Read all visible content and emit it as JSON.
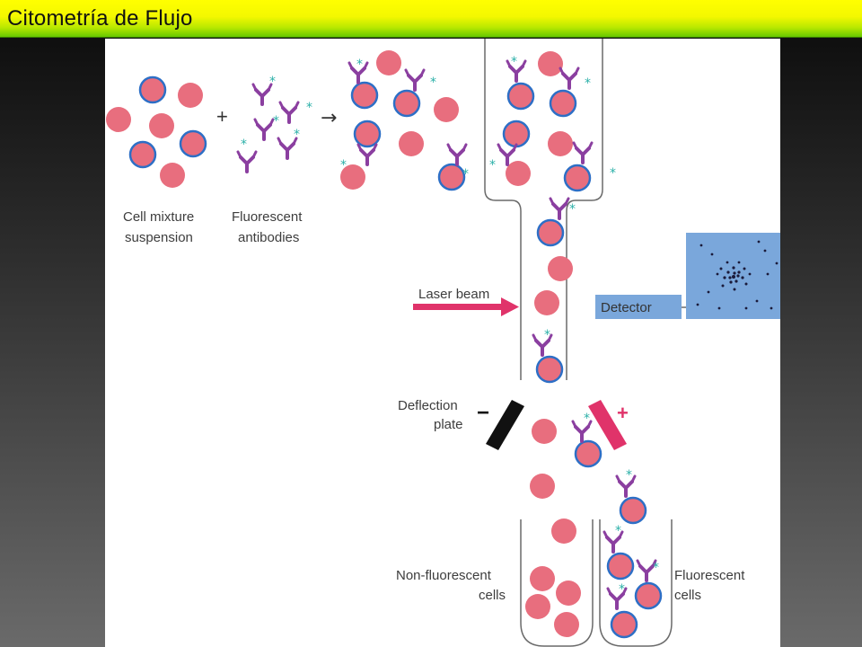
{
  "slide": {
    "title": "Citometría de Flujo"
  },
  "diagram": {
    "labels": {
      "cell_mixture_line1": "Cell mixture",
      "cell_mixture_line2": "suspension",
      "fluorescent_antibodies_line1": "Fluorescent",
      "fluorescent_antibodies_line2": "antibodies",
      "laser_beam": "Laser beam",
      "detector": "Detector",
      "deflection_plate_line1": "Deflection",
      "deflection_plate_line2": "plate",
      "non_fluorescent_line1": "Non-fluorescent",
      "non_fluorescent_line2": "cells",
      "fluorescent_cells_line1": "Fluorescent",
      "fluorescent_cells_line2": "cells",
      "plus_sign": "+",
      "arrow_sign": "→",
      "minus_sign": "−",
      "plate_plus_sign": "+"
    },
    "colors": {
      "cell_fill": "#e86e7e",
      "cell_outline": "#2d6fc6",
      "antibody": "#8b3fa0",
      "fluor_star": "#2bb0a8",
      "laser": "#e0336a",
      "detector_box": "#7aa7db",
      "plate_negative": "#111111",
      "plate_positive": "#e0336a",
      "title_bar": "#f4f800"
    }
  }
}
